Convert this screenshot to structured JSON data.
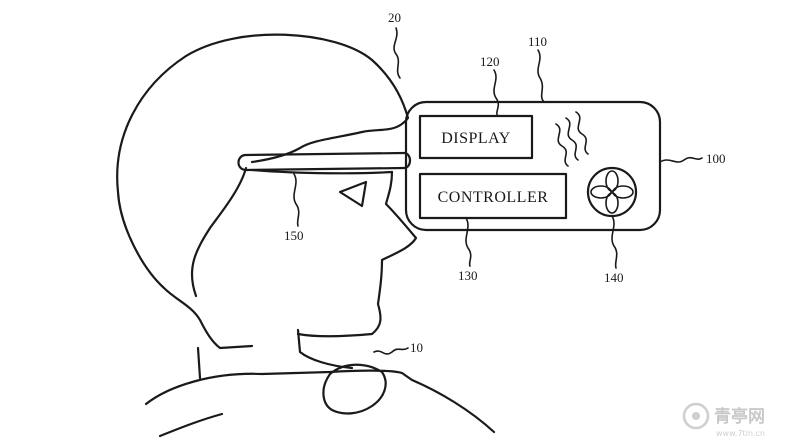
{
  "components": {
    "display_label": "DISPLAY",
    "controller_label": "CONTROLLER"
  },
  "refs": {
    "user": "10",
    "head": "20",
    "device": "100",
    "housing": "110",
    "display": "120",
    "controller": "130",
    "fan": "140",
    "strap": "150"
  },
  "watermark": {
    "text": "青亭网",
    "sub": "www.7tin.cn"
  }
}
